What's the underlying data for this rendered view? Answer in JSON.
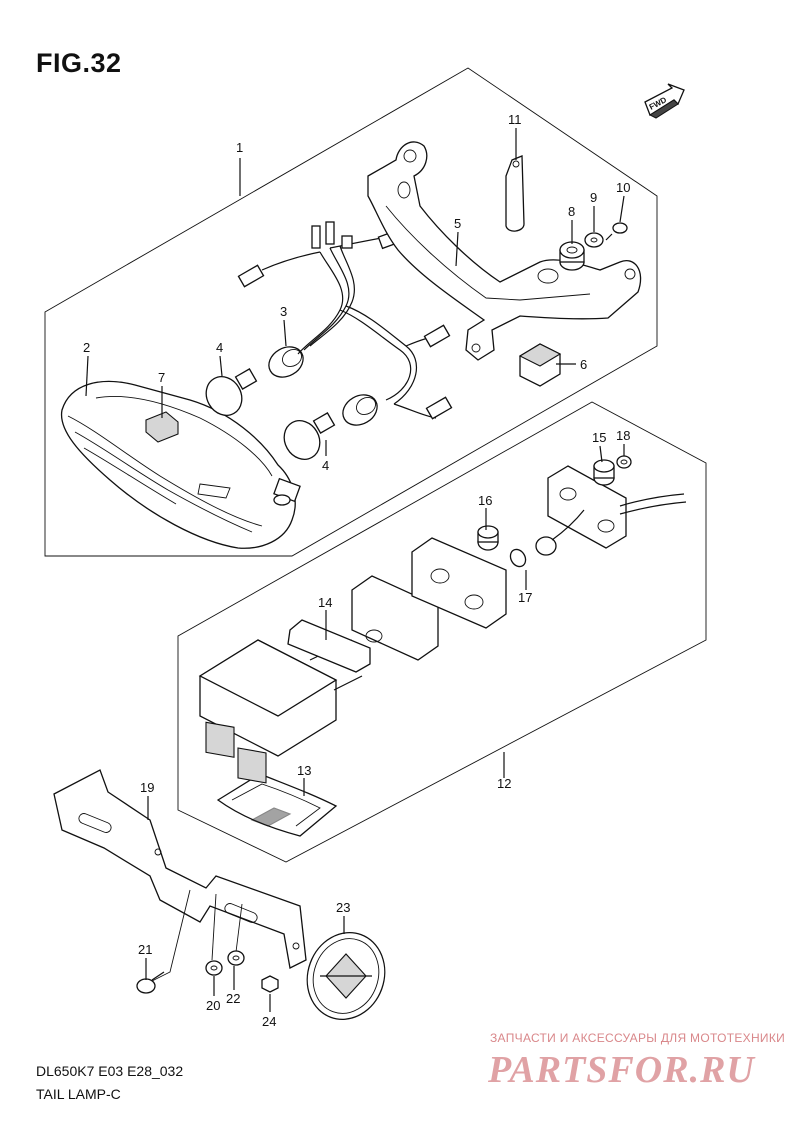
{
  "header": {
    "figure_label": "FIG.32"
  },
  "footer": {
    "code": "DL650K7 E03 E28_032",
    "title": "TAIL LAMP-C"
  },
  "watermark": {
    "tagline": "ЗАПЧАСТИ И АКСЕССУАРЫ ДЛЯ МОТОТЕХНИКИ",
    "logo": "PARTSFOR.RU"
  },
  "direction_badge": "FWD",
  "callouts": {
    "c1": "1",
    "c2": "2",
    "c3": "3",
    "c4a": "4",
    "c4b": "4",
    "c5": "5",
    "c6": "6",
    "c7": "7",
    "c8": "8",
    "c9": "9",
    "c10": "10",
    "c11": "11",
    "c12": "12",
    "c13": "13",
    "c14": "14",
    "c15": "15",
    "c16": "16",
    "c17": "17",
    "c18": "18",
    "c19": "19",
    "c20": "20",
    "c21": "21",
    "c22": "22",
    "c23": "23",
    "c24": "24"
  }
}
